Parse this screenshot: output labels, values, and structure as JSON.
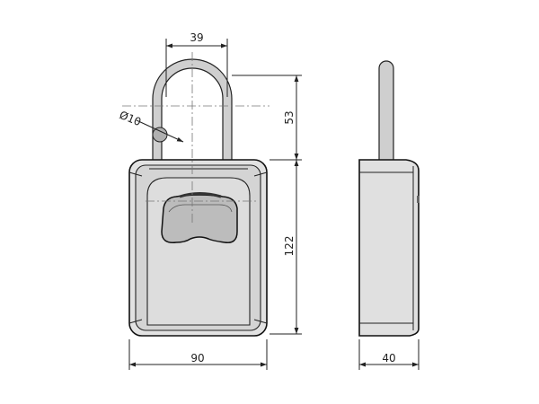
{
  "dimensions": {
    "shackle_width": "39",
    "shackle_diameter": "Ø10",
    "shackle_height": "53",
    "body_height": "122",
    "body_width": "90",
    "body_depth": "40"
  },
  "colors": {
    "line": "#222222",
    "body_fill": "#dcdcdc",
    "shackle_fill": "#cfcfcf",
    "window_fill": "#bcbcbc"
  }
}
